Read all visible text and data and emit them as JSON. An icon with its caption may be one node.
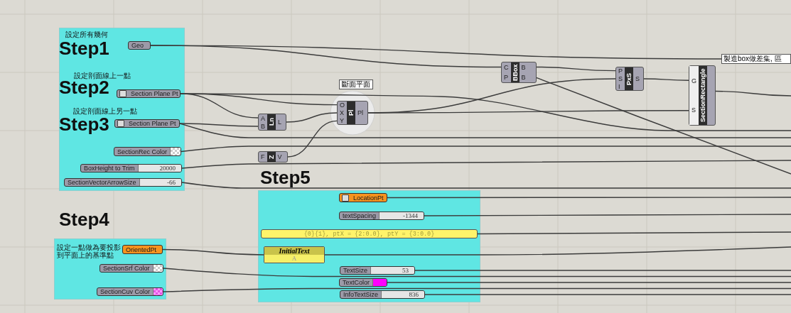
{
  "diagram": {
    "nodes": [
      {
        "text": [
          "設定所有幾何",
          "Step1",
          "設定剖面線上一點",
          "Step2",
          "設定剖面線上另一點",
          "Step3"
        ]
      },
      {
        "text": [
          "Geo"
        ],
        "in": 0
      },
      {
        "text": [
          "Section Plane Pt"
        ],
        "in": 0
      },
      {
        "text": [
          "Section Plane Pt"
        ],
        "in": 0
      },
      {
        "text": [
          "SectionRec Color"
        ],
        "in": 0
      },
      {
        "text": [
          "BoxHeight to Trim",
          "20000"
        ],
        "in": 0
      },
      {
        "text": [
          "SectionVectorArrowSize",
          "-66"
        ],
        "in": 0
      },
      {
        "text": [
          "Step4",
          "設定一點做為要投影到平面上的基準點"
        ]
      },
      {
        "text": [
          "OrientedPt"
        ],
        "in": 7
      },
      {
        "text": [
          "SectionSrf Color"
        ],
        "in": 7
      },
      {
        "text": [
          "SectionCuv Color"
        ],
        "in": 7
      },
      {
        "text": [
          "Step5"
        ]
      },
      {
        "text": [
          "LocationPt"
        ],
        "in": 11
      },
      {
        "text": [
          "textSpacing",
          "-1344"
        ],
        "in": 11
      },
      {
        "text": [
          "{0}{1}, ptX = {2:0.0}, ptY = {3:0.0}"
        ],
        "in": 11
      },
      {
        "text": [
          "InitialText",
          "A"
        ],
        "in": 11
      },
      {
        "text": [
          "TextSize",
          "53"
        ],
        "in": 11
      },
      {
        "text": [
          "TextColor"
        ],
        "in": 11
      },
      {
        "text": [
          "InfoTextSize",
          "836"
        ],
        "in": 11
      },
      {
        "text": [
          "A",
          "B",
          "Ln",
          "L"
        ]
      },
      {
        "text": [
          "F",
          "Z",
          "V"
        ]
      },
      {
        "text": [
          "O",
          "X",
          "Y",
          "Pl",
          "Pl"
        ],
        "beside": [
          "斷面平面"
        ]
      },
      {
        "text": [
          "C",
          "P",
          "BBox",
          "B",
          "B"
        ]
      },
      {
        "text": [
          "P",
          "S",
          "I",
          "PxS",
          "S"
        ]
      },
      {
        "text": [
          "G",
          "S",
          "SectionRectangle"
        ]
      },
      {
        "text": [
          "製造box做差集, 區"
        ]
      }
    ],
    "edges": [
      {
        "from": 1,
        "to": 22,
        "arrow": "none"
      },
      {
        "from": 1,
        "to": 25,
        "arrow": "none"
      },
      {
        "from": 2,
        "to": 19,
        "arrow": "none"
      },
      {
        "from": 2,
        "to": 21,
        "arrow": "none"
      },
      {
        "from": 2,
        "to": null,
        "arrow": "none"
      },
      {
        "from": 3,
        "to": 19,
        "arrow": "none"
      },
      {
        "from": 3,
        "to": null,
        "arrow": "none"
      },
      {
        "from": 19,
        "to": 21,
        "arrow": "none"
      },
      {
        "from": 20,
        "to": 21,
        "arrow": "none"
      },
      {
        "from": 4,
        "to": null,
        "arrow": "none"
      },
      {
        "from": 5,
        "to": null,
        "arrow": "none"
      },
      {
        "from": 6,
        "to": null,
        "arrow": "none"
      },
      {
        "from": 21,
        "to": 23,
        "arrow": "none"
      },
      {
        "from": 21,
        "to": 24,
        "arrow": "none"
      },
      {
        "from": 22,
        "to": 23,
        "arrow": "none"
      },
      {
        "from": 22,
        "to": null,
        "arrow": "none"
      },
      {
        "from": 23,
        "to": 24,
        "arrow": "none"
      },
      {
        "from": 24,
        "to": null,
        "arrow": "none"
      },
      {
        "from": 8,
        "to": 15,
        "arrow": "none"
      },
      {
        "from": 9,
        "to": null,
        "arrow": "none"
      },
      {
        "from": 10,
        "to": null,
        "arrow": "none"
      },
      {
        "from": 12,
        "to": null,
        "arrow": "none"
      },
      {
        "from": 13,
        "to": null,
        "arrow": "none"
      },
      {
        "from": 14,
        "to": null,
        "arrow": "none"
      },
      {
        "from": 15,
        "to": null,
        "arrow": "none"
      },
      {
        "from": 16,
        "to": null,
        "arrow": "none"
      },
      {
        "from": 17,
        "to": null,
        "arrow": "none"
      },
      {
        "from": 18,
        "to": null,
        "arrow": "none"
      }
    ]
  }
}
